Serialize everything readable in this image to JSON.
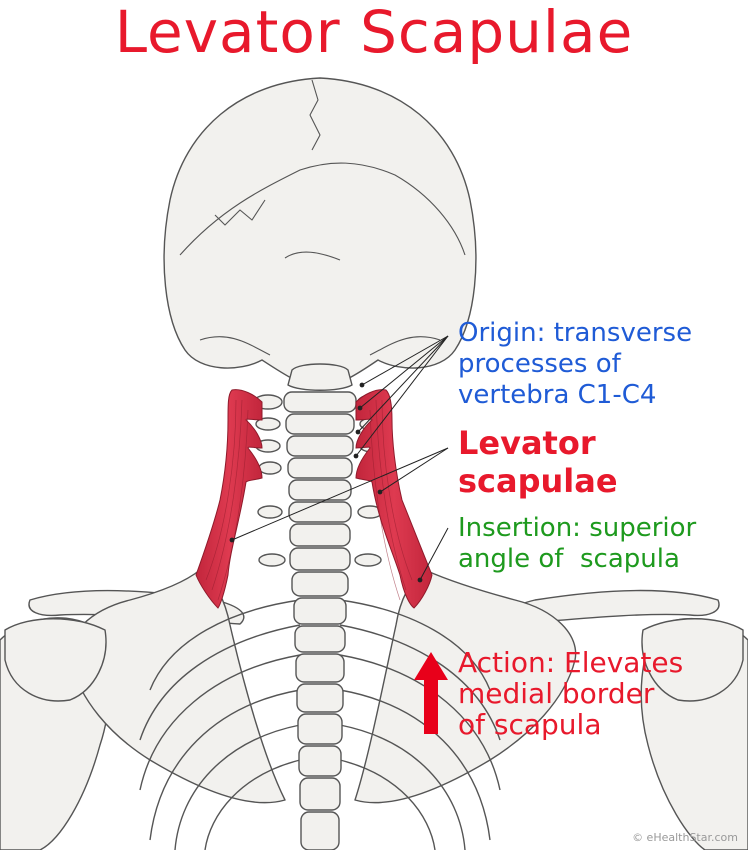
{
  "title": "Levator Scapulae",
  "labels": {
    "origin": [
      "Origin: transverse",
      "processes of",
      "vertebra C1-C4"
    ],
    "muscle": [
      "Levator",
      "scapulae"
    ],
    "insertion": [
      "Insertion: superior",
      "angle of  scapula"
    ],
    "action": [
      "Action: Elevates",
      "medial border",
      "of scapula"
    ]
  },
  "credit": "© eHealthStar.com",
  "colors": {
    "title": "#e8192c",
    "origin": "#1f5bd6",
    "muscle": "#e8192c",
    "insertion": "#1e9a1e",
    "action": "#e8192c",
    "bone_fill": "#f2f1ee",
    "bone_stroke": "#555555",
    "muscle_fill": "#d8334a",
    "arrow": "#e8001a"
  }
}
